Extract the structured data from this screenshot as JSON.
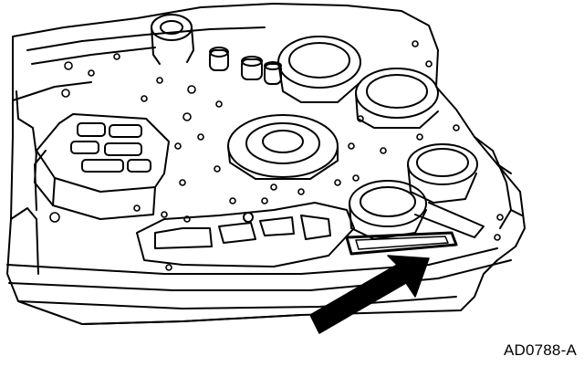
{
  "figure": {
    "id_label": "AD0788-A",
    "subject": "transmission-valve-body-line-drawing",
    "callout": "arrow-pointing-to-gasket",
    "colors": {
      "ink": "#000000",
      "paper": "#ffffff"
    }
  }
}
